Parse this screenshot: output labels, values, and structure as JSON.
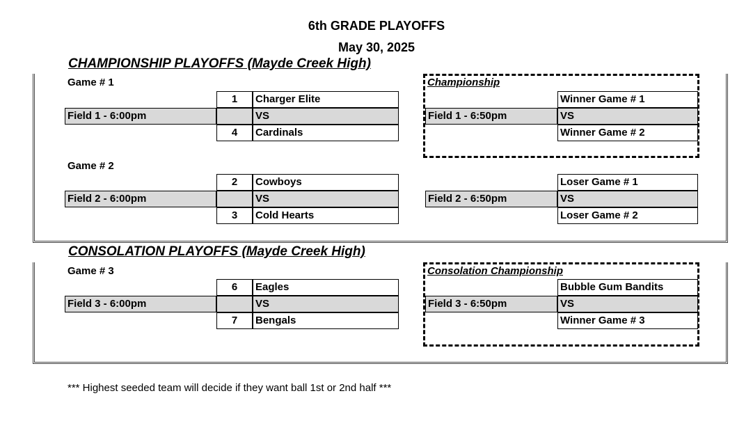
{
  "header": {
    "title": "6th GRADE PLAYOFFS",
    "date": "May 30, 2025"
  },
  "championship": {
    "title": "CHAMPIONSHIP PLAYOFFS (Mayde Creek High)",
    "game1": {
      "label": "Game # 1",
      "field": "Field 1 - 6:00pm",
      "top_seed": "1",
      "top_team": "Charger Elite",
      "vs": "VS",
      "bottom_seed": "4",
      "bottom_team": "Cardinals"
    },
    "game2": {
      "label": "Game # 2",
      "field": "Field 2 - 6:00pm",
      "top_seed": "2",
      "top_team": "Cowboys",
      "vs": "VS",
      "bottom_seed": "3",
      "bottom_team": "Cold Hearts"
    },
    "final": {
      "label": "Championship",
      "field": "Field 1 - 6:50pm",
      "top": "Winner Game # 1",
      "vs": "VS",
      "bottom": "Winner Game # 2"
    },
    "third": {
      "field": "Field 2 - 6:50pm",
      "top": "Loser Game # 1",
      "vs": "VS",
      "bottom": "Loser Game # 2"
    }
  },
  "consolation": {
    "title": "CONSOLATION PLAYOFFS  (Mayde Creek High)",
    "game3": {
      "label": "Game # 3",
      "field": "Field 3 - 6:00pm",
      "top_seed": "6",
      "top_team": "Eagles",
      "vs": "VS",
      "bottom_seed": "7",
      "bottom_team": "Bengals"
    },
    "final": {
      "label": "Consolation Championship",
      "field": "Field 3 - 6:50pm",
      "top": "Bubble Gum Bandits",
      "vs": "VS",
      "bottom": "Winner Game # 3"
    }
  },
  "footnote": "***  Highest seeded team will decide if they want ball 1st or 2nd half ***"
}
